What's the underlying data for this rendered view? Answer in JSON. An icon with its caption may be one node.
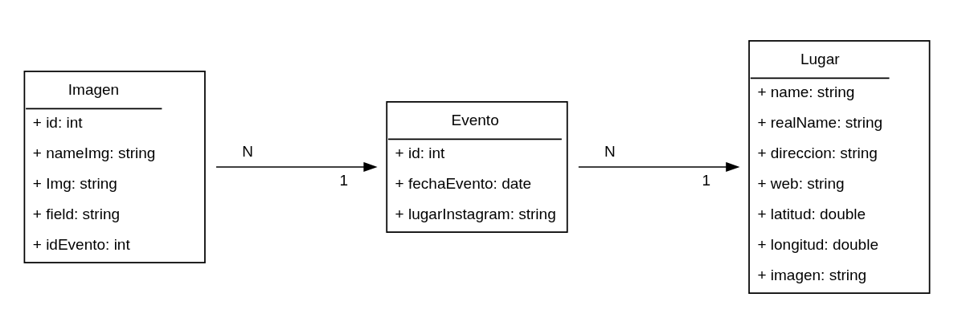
{
  "diagram": {
    "nodes": [
      {
        "text": [
          "Imagen",
          "+ id: int",
          "+ nameImg: string",
          "+ Img: string",
          "+ field: string",
          "+ idEvento: int"
        ]
      },
      {
        "text": [
          "Evento",
          "+ id: int",
          "+ fechaEvento: date",
          "+ lugarInstagram: string"
        ]
      },
      {
        "text": [
          "Lugar",
          "+ name: string",
          "+ realName: string",
          "+ direccion: string",
          "+ web: string",
          "+ latitud: double",
          "+ longitud: double",
          "+ imagen: string"
        ]
      }
    ],
    "edges": [
      {
        "from": 0,
        "to": 1,
        "arrow": "to"
      },
      {
        "from": 1,
        "to": 2,
        "arrow": "to"
      }
    ],
    "labels": [
      "N",
      "1",
      "N",
      "1"
    ]
  }
}
